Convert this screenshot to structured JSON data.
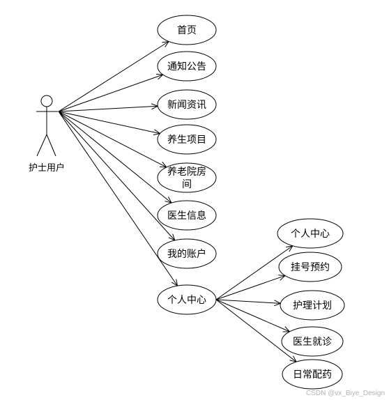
{
  "actor": {
    "label": "护士用户"
  },
  "use_cases": [
    {
      "label": [
        "首页"
      ]
    },
    {
      "label": [
        "通知公告"
      ]
    },
    {
      "label": [
        "新闻资讯"
      ]
    },
    {
      "label": [
        "养生项目"
      ]
    },
    {
      "label": [
        "养老院房",
        "间"
      ]
    },
    {
      "label": [
        "医生信息"
      ]
    },
    {
      "label": [
        "我的账户"
      ]
    },
    {
      "label": [
        "个人中心"
      ]
    }
  ],
  "sub_use_cases": [
    {
      "label": "个人中心"
    },
    {
      "label": "挂号预约"
    },
    {
      "label": "护理计划"
    },
    {
      "label": "医生就诊"
    },
    {
      "label": "日常配药"
    }
  ],
  "watermark": "CSDN @vx_Biye_Design"
}
